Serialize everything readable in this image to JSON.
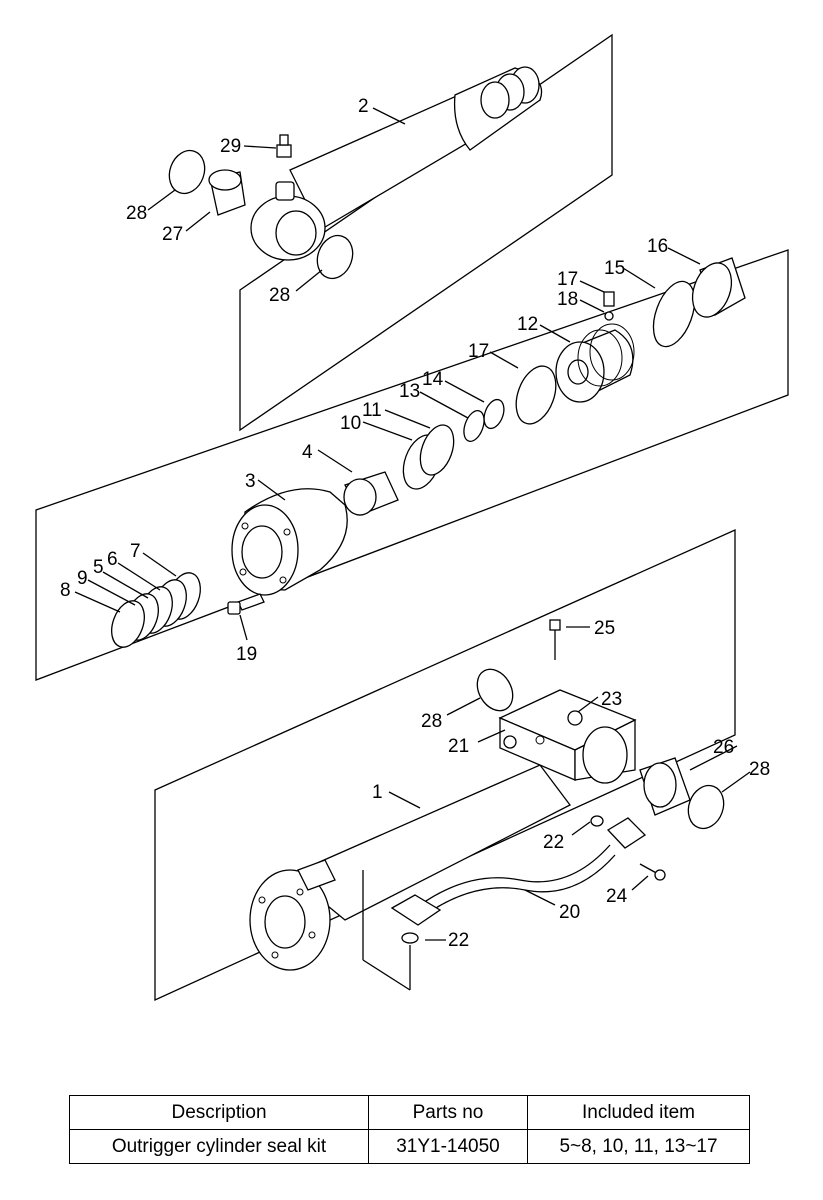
{
  "callouts": {
    "c1": "1",
    "c2": "2",
    "c3": "3",
    "c4": "4",
    "c5": "5",
    "c6": "6",
    "c7": "7",
    "c8": "8",
    "c9": "9",
    "c10": "10",
    "c11": "11",
    "c12": "12",
    "c13": "13",
    "c14": "14",
    "c15": "15",
    "c16": "16",
    "c17a": "17",
    "c17b": "17",
    "c18": "18",
    "c19": "19",
    "c20": "20",
    "c21": "21",
    "c22a": "22",
    "c22b": "22",
    "c23": "23",
    "c24": "24",
    "c25": "25",
    "c26": "26",
    "c27": "27",
    "c28a": "28",
    "c28b": "28",
    "c28c": "28",
    "c28d": "28",
    "c29": "29"
  },
  "table": {
    "headers": [
      "Description",
      "Parts no",
      "Included item"
    ],
    "rows": [
      [
        "Outrigger cylinder seal kit",
        "31Y1-14050",
        "5~8, 10, 11, 13~17"
      ]
    ]
  }
}
